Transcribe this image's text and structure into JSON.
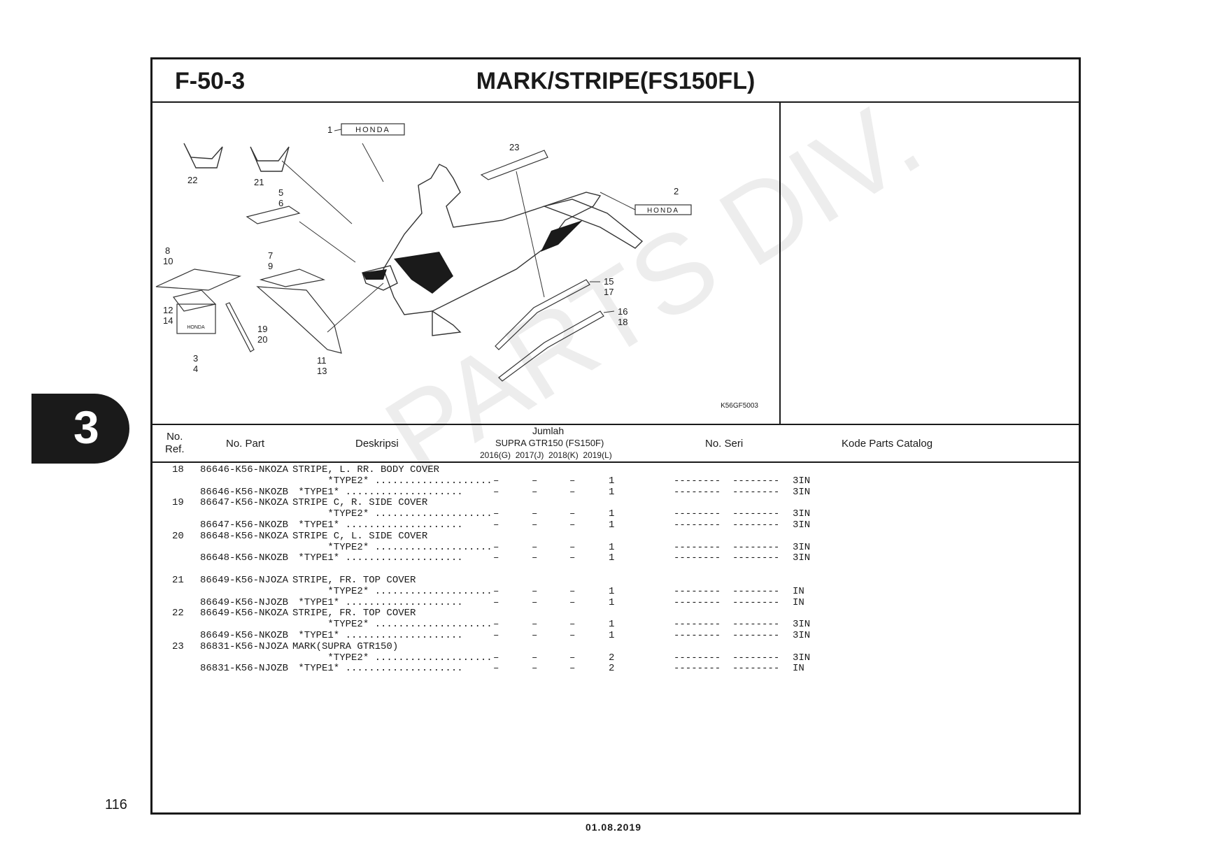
{
  "header": {
    "code": "F-50-3",
    "title": "MARK/STRIPE(FS150FL)"
  },
  "diagram": {
    "code": "K56GF5003",
    "callouts": [
      "1",
      "2",
      "3",
      "4",
      "5",
      "6",
      "7",
      "8",
      "9",
      "10",
      "11",
      "12",
      "13",
      "14",
      "15",
      "16",
      "17",
      "18",
      "19",
      "20",
      "21",
      "22",
      "23"
    ],
    "logo_text": "HONDA",
    "wing_text": "HONDA"
  },
  "table": {
    "col_ref": "No.\nRef.",
    "col_ref_l1": "No.",
    "col_ref_l2": "Ref.",
    "col_part": "No. Part",
    "col_desc": "Deskripsi",
    "col_qty_title": "Jumlah",
    "col_qty_model": "SUPRA GTR150 (FS150F)",
    "col_years": "2016(G)  2017(J)  2018(K)  2019(L)",
    "col_seri": "No. Seri",
    "col_catalog": "Kode Parts Catalog",
    "rows": [
      {
        "ref": "18",
        "part": "86646-K56-NKOZA",
        "desc": "STRIPE, L. RR. BODY COVER",
        "q1": "",
        "q2": "",
        "q3": "",
        "q4": "",
        "seri": "",
        "kode": ""
      },
      {
        "ref": "",
        "part": "",
        "desc": "      *TYPE2* ....................",
        "q1": "–",
        "q2": "–",
        "q3": "–",
        "q4": "1",
        "seri": "--------  --------",
        "kode": "3IN"
      },
      {
        "ref": "",
        "part": "86646-K56-NKOZB",
        "desc": " *TYPE1* ....................",
        "q1": "–",
        "q2": "–",
        "q3": "–",
        "q4": "1",
        "seri": "--------  --------",
        "kode": "3IN"
      },
      {
        "ref": "19",
        "part": "86647-K56-NKOZA",
        "desc": "STRIPE C, R. SIDE COVER",
        "q1": "",
        "q2": "",
        "q3": "",
        "q4": "",
        "seri": "",
        "kode": ""
      },
      {
        "ref": "",
        "part": "",
        "desc": "      *TYPE2* ....................",
        "q1": "–",
        "q2": "–",
        "q3": "–",
        "q4": "1",
        "seri": "--------  --------",
        "kode": "3IN"
      },
      {
        "ref": "",
        "part": "86647-K56-NKOZB",
        "desc": " *TYPE1* ....................",
        "q1": "–",
        "q2": "–",
        "q3": "–",
        "q4": "1",
        "seri": "--------  --------",
        "kode": "3IN"
      },
      {
        "ref": "20",
        "part": "86648-K56-NKOZA",
        "desc": "STRIPE C, L. SIDE COVER",
        "q1": "",
        "q2": "",
        "q3": "",
        "q4": "",
        "seri": "",
        "kode": ""
      },
      {
        "ref": "",
        "part": "",
        "desc": "      *TYPE2* ....................",
        "q1": "–",
        "q2": "–",
        "q3": "–",
        "q4": "1",
        "seri": "--------  --------",
        "kode": "3IN"
      },
      {
        "ref": "",
        "part": "86648-K56-NKOZB",
        "desc": " *TYPE1* ....................",
        "q1": "–",
        "q2": "–",
        "q3": "–",
        "q4": "1",
        "seri": "--------  --------",
        "kode": "3IN"
      },
      {
        "ref": "",
        "part": "",
        "desc": "",
        "q1": "",
        "q2": "",
        "q3": "",
        "q4": "",
        "seri": "",
        "kode": ""
      },
      {
        "ref": "21",
        "part": "86649-K56-NJOZA",
        "desc": "STRIPE, FR. TOP COVER",
        "q1": "",
        "q2": "",
        "q3": "",
        "q4": "",
        "seri": "",
        "kode": ""
      },
      {
        "ref": "",
        "part": "",
        "desc": "      *TYPE2* ....................",
        "q1": "–",
        "q2": "–",
        "q3": "–",
        "q4": "1",
        "seri": "--------  --------",
        "kode": "IN"
      },
      {
        "ref": "",
        "part": "86649-K56-NJOZB",
        "desc": " *TYPE1* ....................",
        "q1": "–",
        "q2": "–",
        "q3": "–",
        "q4": "1",
        "seri": "--------  --------",
        "kode": "IN"
      },
      {
        "ref": "22",
        "part": "86649-K56-NKOZA",
        "desc": "STRIPE, FR. TOP COVER",
        "q1": "",
        "q2": "",
        "q3": "",
        "q4": "",
        "seri": "",
        "kode": ""
      },
      {
        "ref": "",
        "part": "",
        "desc": "      *TYPE2* ....................",
        "q1": "–",
        "q2": "–",
        "q3": "–",
        "q4": "1",
        "seri": "--------  --------",
        "kode": "3IN"
      },
      {
        "ref": "",
        "part": "86649-K56-NKOZB",
        "desc": " *TYPE1* ....................",
        "q1": "–",
        "q2": "–",
        "q3": "–",
        "q4": "1",
        "seri": "--------  --------",
        "kode": "3IN"
      },
      {
        "ref": "23",
        "part": "86831-K56-NJOZA",
        "desc": "MARK(SUPRA GTR150)",
        "q1": "",
        "q2": "",
        "q3": "",
        "q4": "",
        "seri": "",
        "kode": ""
      },
      {
        "ref": "",
        "part": "",
        "desc": "      *TYPE2* ....................",
        "q1": "–",
        "q2": "–",
        "q3": "–",
        "q4": "2",
        "seri": "--------  --------",
        "kode": "3IN"
      },
      {
        "ref": "",
        "part": "86831-K56-NJOZB",
        "desc": " *TYPE1* ....................",
        "q1": "–",
        "q2": "–",
        "q3": "–",
        "q4": "2",
        "seri": "--------  --------",
        "kode": "IN"
      }
    ]
  },
  "side_tab": "3",
  "page_number": "116",
  "date": "01.08.2019",
  "watermark": "PARTS DIV."
}
